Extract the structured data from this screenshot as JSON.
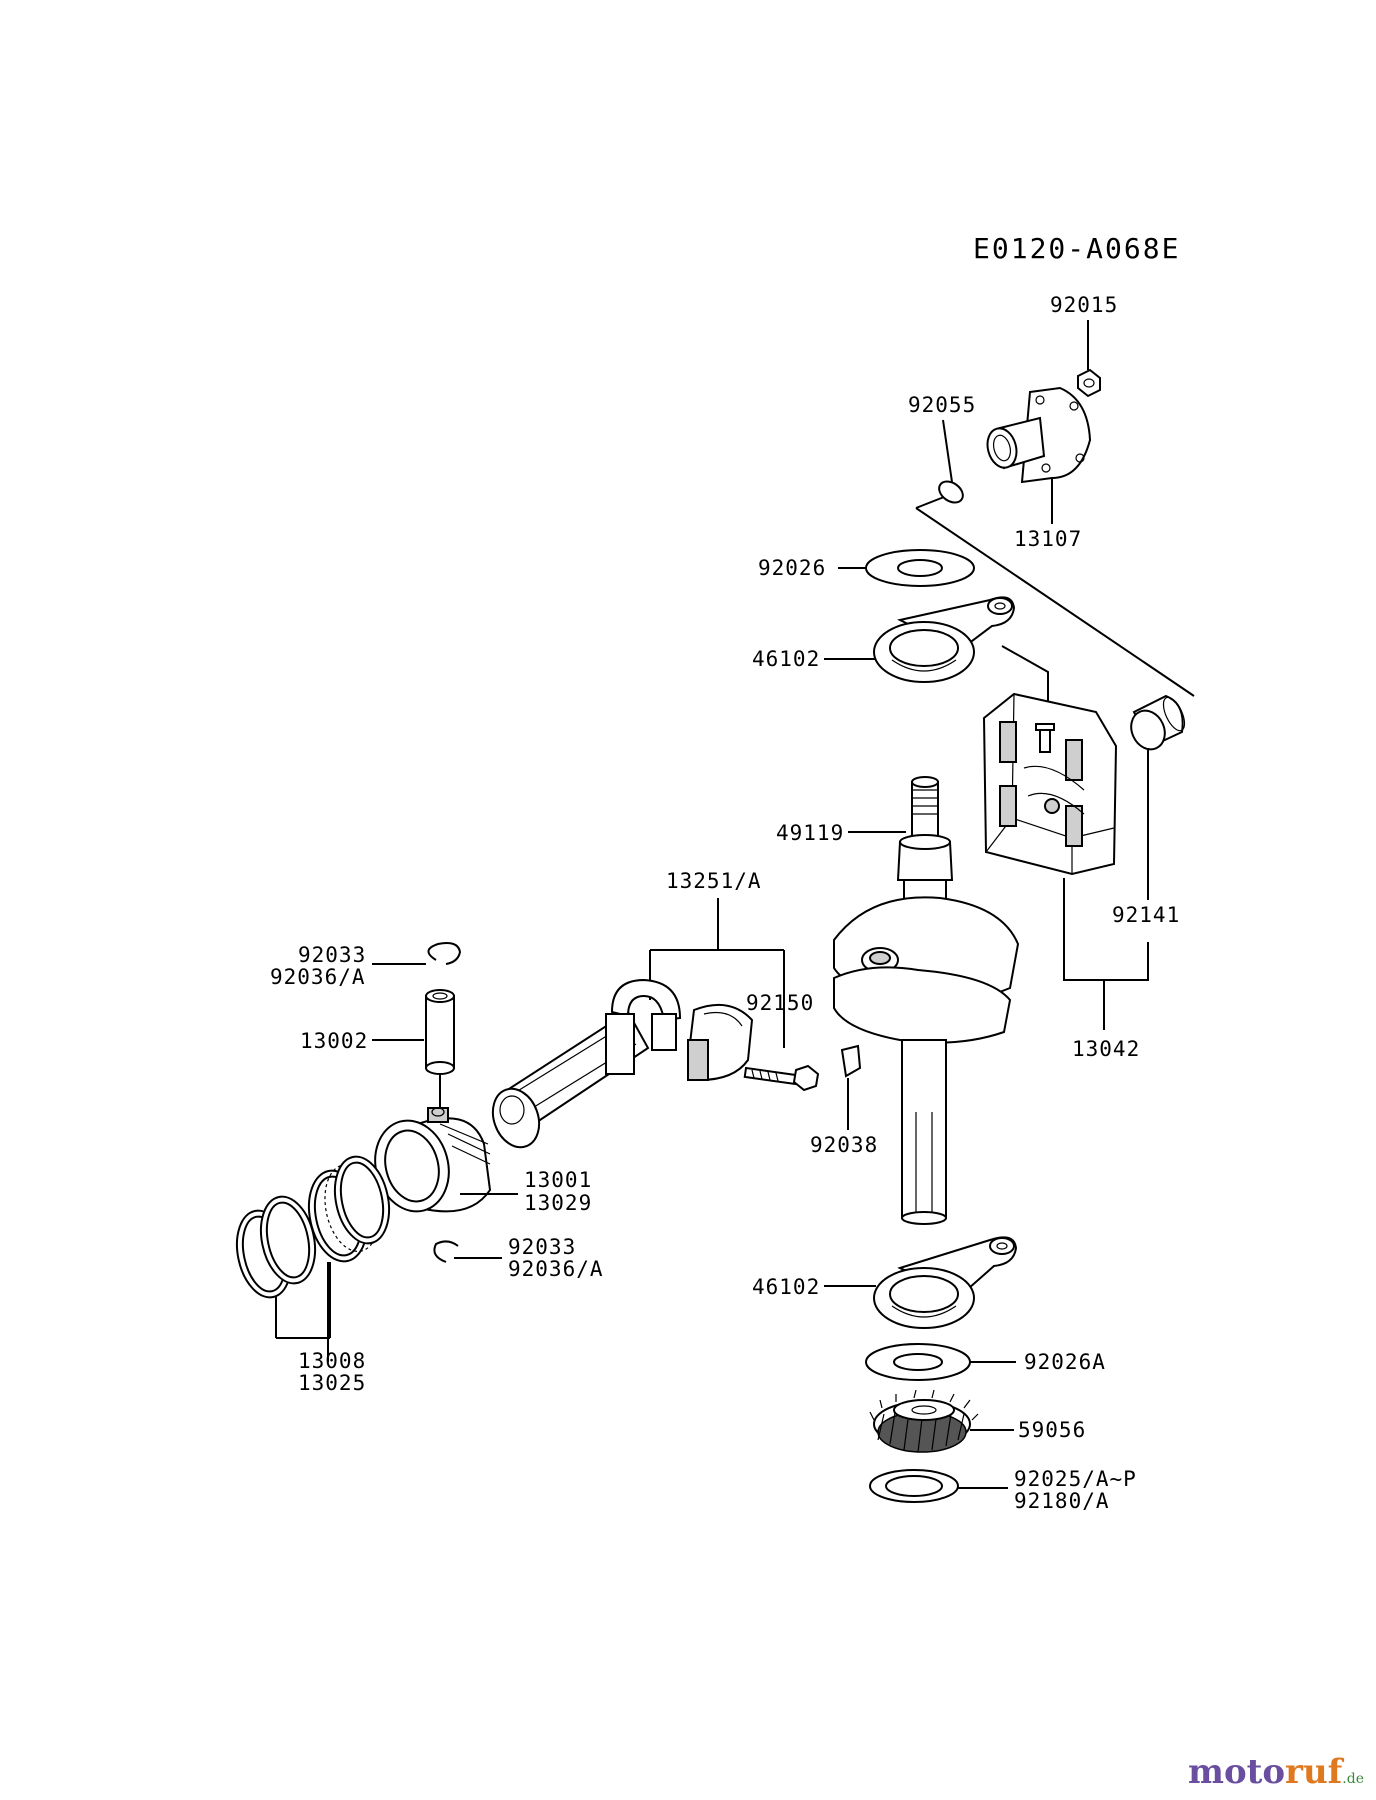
{
  "diagram_code": "E0120-A068E",
  "labels": {
    "p92015": "92015",
    "p92055": "92055",
    "p13107": "13107",
    "p92026": "92026",
    "p46102_top": "46102",
    "p49119": "49119",
    "p13251": "13251/A",
    "p92141": "92141",
    "p92033_top": "92033",
    "p92036_top": "92036/A",
    "p92150": "92150",
    "p13002": "13002",
    "p13042": "13042",
    "p92038": "92038",
    "p13001": "13001",
    "p13029": "13029",
    "p92033_bot": "92033",
    "p92036_bot": "92036/A",
    "p46102_bot": "46102",
    "p13008": "13008",
    "p13025": "13025",
    "p92026A": "92026A",
    "p59056": "59056",
    "p92025": "92025/A~P",
    "p92180": "92180/A"
  },
  "watermark": {
    "prefix": "moto",
    "middle": "ruf",
    "tld": ".de",
    "color_prefix": "#6a4fa0",
    "color_middle": "#e07820",
    "color_tld": "#3a8a3a"
  }
}
